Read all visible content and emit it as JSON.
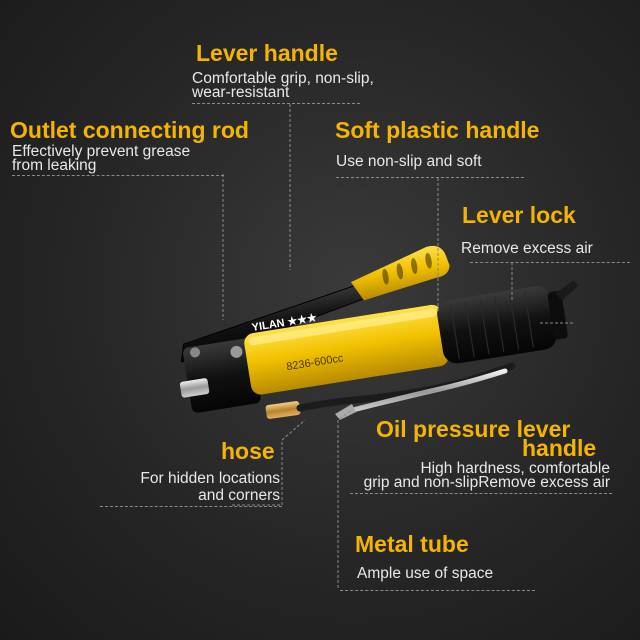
{
  "callouts": {
    "lever_handle": {
      "title": "Lever handle",
      "desc": [
        "Comfortable grip, non-slip,",
        "wear-resistant"
      ]
    },
    "outlet_rod": {
      "title": "Outlet connecting rod",
      "desc": [
        "Effectively prevent grease",
        "from leaking"
      ]
    },
    "soft_handle": {
      "title": "Soft plastic handle",
      "desc": [
        "Use non-slip and soft"
      ]
    },
    "lever_lock": {
      "title": "Lever lock",
      "desc": [
        "Remove excess air"
      ]
    },
    "oil_lever": {
      "title_line1": "Oil pressure lever",
      "title_line2": "handle",
      "desc": [
        "High hardness, comfortable",
        "grip and non-slipRemove excess air"
      ]
    },
    "hose": {
      "title": "hose",
      "desc": [
        "For hidden locations",
        "and corners"
      ]
    },
    "metal_tube": {
      "title": "Metal tube",
      "desc": [
        "Ample use of space"
      ]
    }
  },
  "product": {
    "brand": "YILAN ★★★",
    "model": "8236-600cc"
  },
  "colors": {
    "accent": "#f5b400",
    "background": "#262626",
    "body_yellow": "#f2c200",
    "black_grip": "#151515"
  }
}
